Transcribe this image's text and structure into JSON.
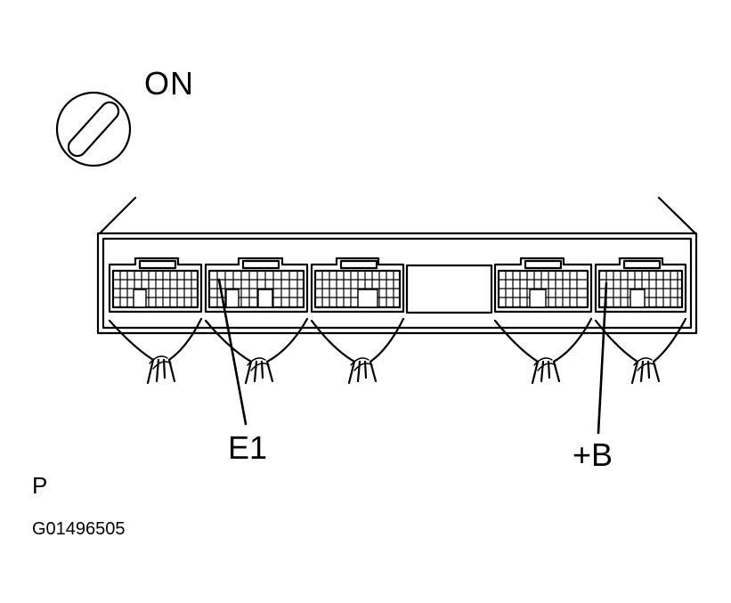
{
  "labels": {
    "ignition": "ON",
    "terminal_e1": "E1",
    "terminal_b": "+B",
    "view": "P",
    "figure_id": "G01496505"
  },
  "icons": {
    "ignition_switch": "ignition-key-switch-icon"
  },
  "colors": {
    "ink": "#000000",
    "paper": "#ffffff"
  }
}
